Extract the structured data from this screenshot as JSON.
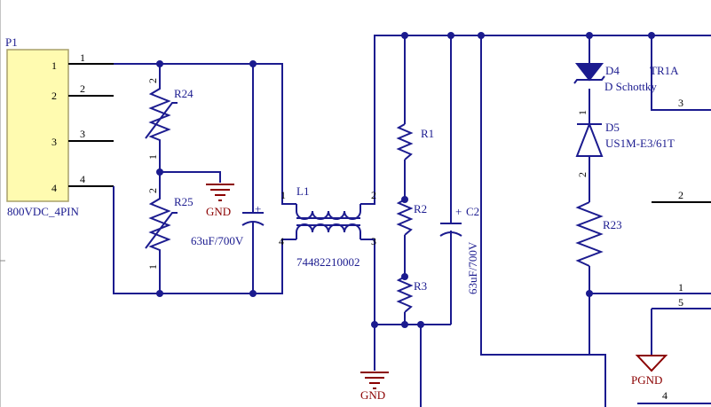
{
  "connector": {
    "designator": "P1",
    "value": "800VDC_4PIN",
    "pins": [
      "1",
      "2",
      "3",
      "4"
    ]
  },
  "resistors": [
    {
      "designator": "R24",
      "pins": [
        "2",
        "1"
      ]
    },
    {
      "designator": "R25",
      "pins": [
        "2",
        "1"
      ]
    },
    {
      "designator": "R1"
    },
    {
      "designator": "R2"
    },
    {
      "designator": "R3"
    },
    {
      "designator": "R23"
    }
  ],
  "capacitors": [
    {
      "designator": "",
      "value": "63uF/700V",
      "polarity": "+"
    },
    {
      "designator": "C2",
      "value": "63uF/700V",
      "polarity": "+"
    }
  ],
  "inductor": {
    "designator": "L1",
    "value": "74482210002",
    "pins": [
      "1",
      "2",
      "4",
      "3"
    ]
  },
  "diodes": [
    {
      "designator": "D4",
      "value": "D Schottky",
      "pins": [
        "1"
      ]
    },
    {
      "designator": "D5",
      "value": "US1M-E3/61T",
      "pins": [
        "2"
      ]
    }
  ],
  "transformer": {
    "designator": "TR1A",
    "pins": [
      "3",
      "2",
      "1",
      "5",
      "4"
    ]
  },
  "power_symbols": {
    "gnd": "GND",
    "pgnd": "PGND"
  },
  "colors": {
    "wire": "#1b1b8f",
    "component": "#1b1b8f",
    "ground": "#8b0000",
    "connector_fill": "#fffbb0",
    "pin": "#000000"
  }
}
